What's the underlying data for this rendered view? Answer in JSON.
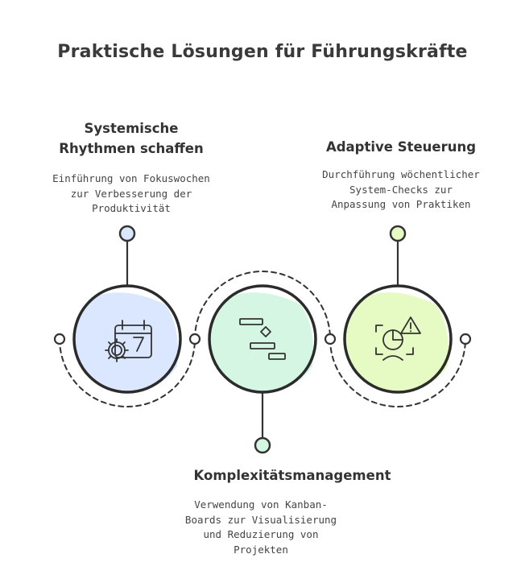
{
  "title": "Praktische Lösungen für Führungskräfte",
  "items": [
    {
      "heading_lines": [
        "Systemische",
        "Rhythmen schaffen"
      ],
      "description_lines": [
        "Einführung von Fokuswochen",
        "zur Verbesserung der",
        "Produktivität"
      ],
      "icon": "calendar-gear-icon",
      "fill": "#dbe6ff",
      "node_fill": "#dbe6ff"
    },
    {
      "heading_lines": [
        "Komplexitätsmanagement"
      ],
      "description_lines": [
        "Verwendung von Kanban-",
        "Boards zur Visualisierung",
        "und Reduzierung von",
        "Projekten"
      ],
      "icon": "gantt-chart-icon",
      "fill": "#d4f6e3",
      "node_fill": "#d4f6e3"
    },
    {
      "heading_lines": [
        "Adaptive Steuerung"
      ],
      "description_lines": [
        "Durchführung wöchentlicher",
        "System-Checks zur",
        "Anpassung von Praktiken"
      ],
      "icon": "chart-warning-icon",
      "fill": "#e6fbc3",
      "node_fill": "#e6fbc3"
    }
  ]
}
